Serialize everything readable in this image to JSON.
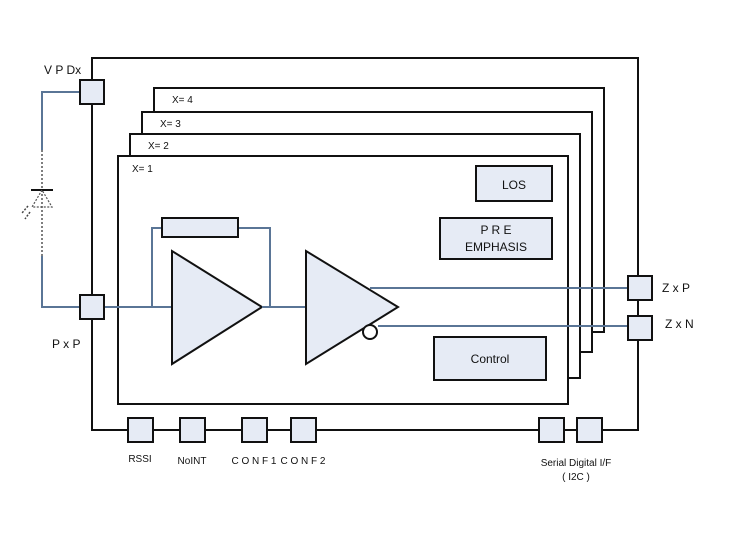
{
  "diagram": {
    "title": "",
    "colors": {
      "block_fill": "#e6ebf5",
      "outline": "#111111",
      "signal_line": "#5a7596"
    },
    "pins": {
      "vpd": "V P Dx",
      "input": "P x P",
      "out_p": "Z x P",
      "out_n": "Z x N"
    },
    "channels": [
      "X= 1",
      "X= 2",
      "X= 3",
      "X= 4"
    ],
    "blocks": {
      "los": "LOS",
      "pre_emphasis_line1": "P R E",
      "pre_emphasis_line2": "EMPHASIS",
      "control": "Control"
    },
    "bottom_pins": {
      "rssi": "RSSI",
      "nolint": "NoINT",
      "conf1": "C O N F 1",
      "conf2": "C O N F 2",
      "serial_line1": "Serial Digital I/F",
      "serial_line2": "( I2C )"
    }
  }
}
